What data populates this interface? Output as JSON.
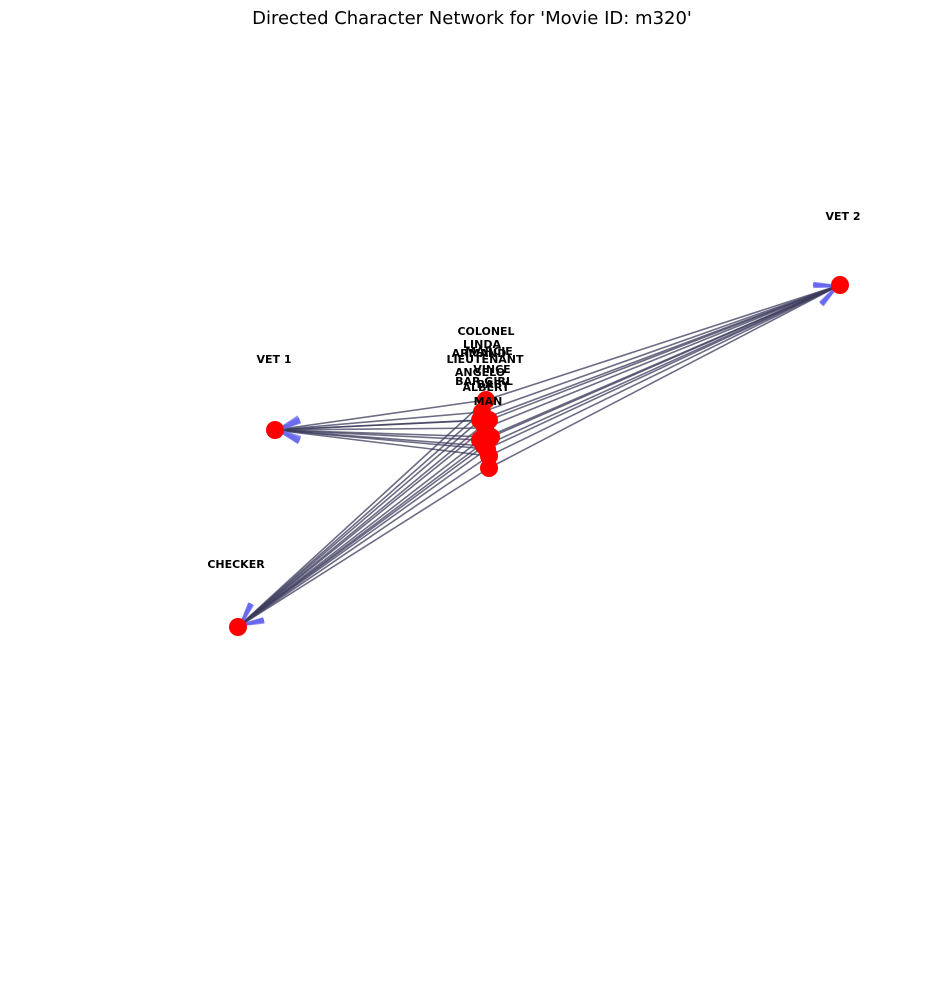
{
  "title": "Directed Character Network for 'Movie ID: m320'",
  "colors": {
    "node": "#ff0000",
    "edge": "#3b3b5c",
    "arrow": "#6a6af0",
    "background": "#ffffff"
  },
  "nodes": [
    {
      "id": "VET 2",
      "label": "VET 2"
    },
    {
      "id": "VET 1",
      "label": "VET 1"
    },
    {
      "id": "CHECKER",
      "label": "CHECKER"
    },
    {
      "id": "COLONEL",
      "label": "COLONEL"
    },
    {
      "id": "LINDA",
      "label": "LINDA"
    },
    {
      "id": "ARMAND",
      "label": "ARMAND"
    },
    {
      "id": "MARCIE",
      "label": "MARCIE"
    },
    {
      "id": "LIEUTENANT",
      "label": "LIEUTENANT"
    },
    {
      "id": "VINCE",
      "label": "VINCE"
    },
    {
      "id": "ANGELO",
      "label": "ANGELO"
    },
    {
      "id": "BAR GIRL",
      "label": "BAR GIRL"
    },
    {
      "id": "ALBERT",
      "label": "ALBERT"
    },
    {
      "id": "BABY",
      "label": "BABY"
    },
    {
      "id": "MAN",
      "label": "MAN"
    }
  ],
  "edges": [
    {
      "from": "COLONEL",
      "to": "VET 2"
    },
    {
      "from": "LINDA",
      "to": "VET 2"
    },
    {
      "from": "ARMAND",
      "to": "VET 2"
    },
    {
      "from": "MARCIE",
      "to": "VET 2"
    },
    {
      "from": "LIEUTENANT",
      "to": "VET 2"
    },
    {
      "from": "VINCE",
      "to": "VET 2"
    },
    {
      "from": "ANGELO",
      "to": "VET 2"
    },
    {
      "from": "BAR GIRL",
      "to": "VET 2"
    },
    {
      "from": "ALBERT",
      "to": "VET 2"
    },
    {
      "from": "BABY",
      "to": "VET 2"
    },
    {
      "from": "MAN",
      "to": "VET 2"
    },
    {
      "from": "COLONEL",
      "to": "VET 1"
    },
    {
      "from": "LINDA",
      "to": "VET 1"
    },
    {
      "from": "ARMAND",
      "to": "VET 1"
    },
    {
      "from": "MARCIE",
      "to": "VET 1"
    },
    {
      "from": "LIEUTENANT",
      "to": "VET 1"
    },
    {
      "from": "VINCE",
      "to": "VET 1"
    },
    {
      "from": "ANGELO",
      "to": "VET 1"
    },
    {
      "from": "BAR GIRL",
      "to": "VET 1"
    },
    {
      "from": "ALBERT",
      "to": "VET 1"
    },
    {
      "from": "BABY",
      "to": "VET 1"
    },
    {
      "from": "COLONEL",
      "to": "CHECKER"
    },
    {
      "from": "LINDA",
      "to": "CHECKER"
    },
    {
      "from": "ARMAND",
      "to": "CHECKER"
    },
    {
      "from": "MARCIE",
      "to": "CHECKER"
    },
    {
      "from": "LIEUTENANT",
      "to": "CHECKER"
    },
    {
      "from": "VINCE",
      "to": "CHECKER"
    },
    {
      "from": "ANGELO",
      "to": "CHECKER"
    },
    {
      "from": "BAR GIRL",
      "to": "CHECKER"
    },
    {
      "from": "ALBERT",
      "to": "CHECKER"
    },
    {
      "from": "BABY",
      "to": "CHECKER"
    },
    {
      "from": "MAN",
      "to": "CHECKER"
    }
  ]
}
